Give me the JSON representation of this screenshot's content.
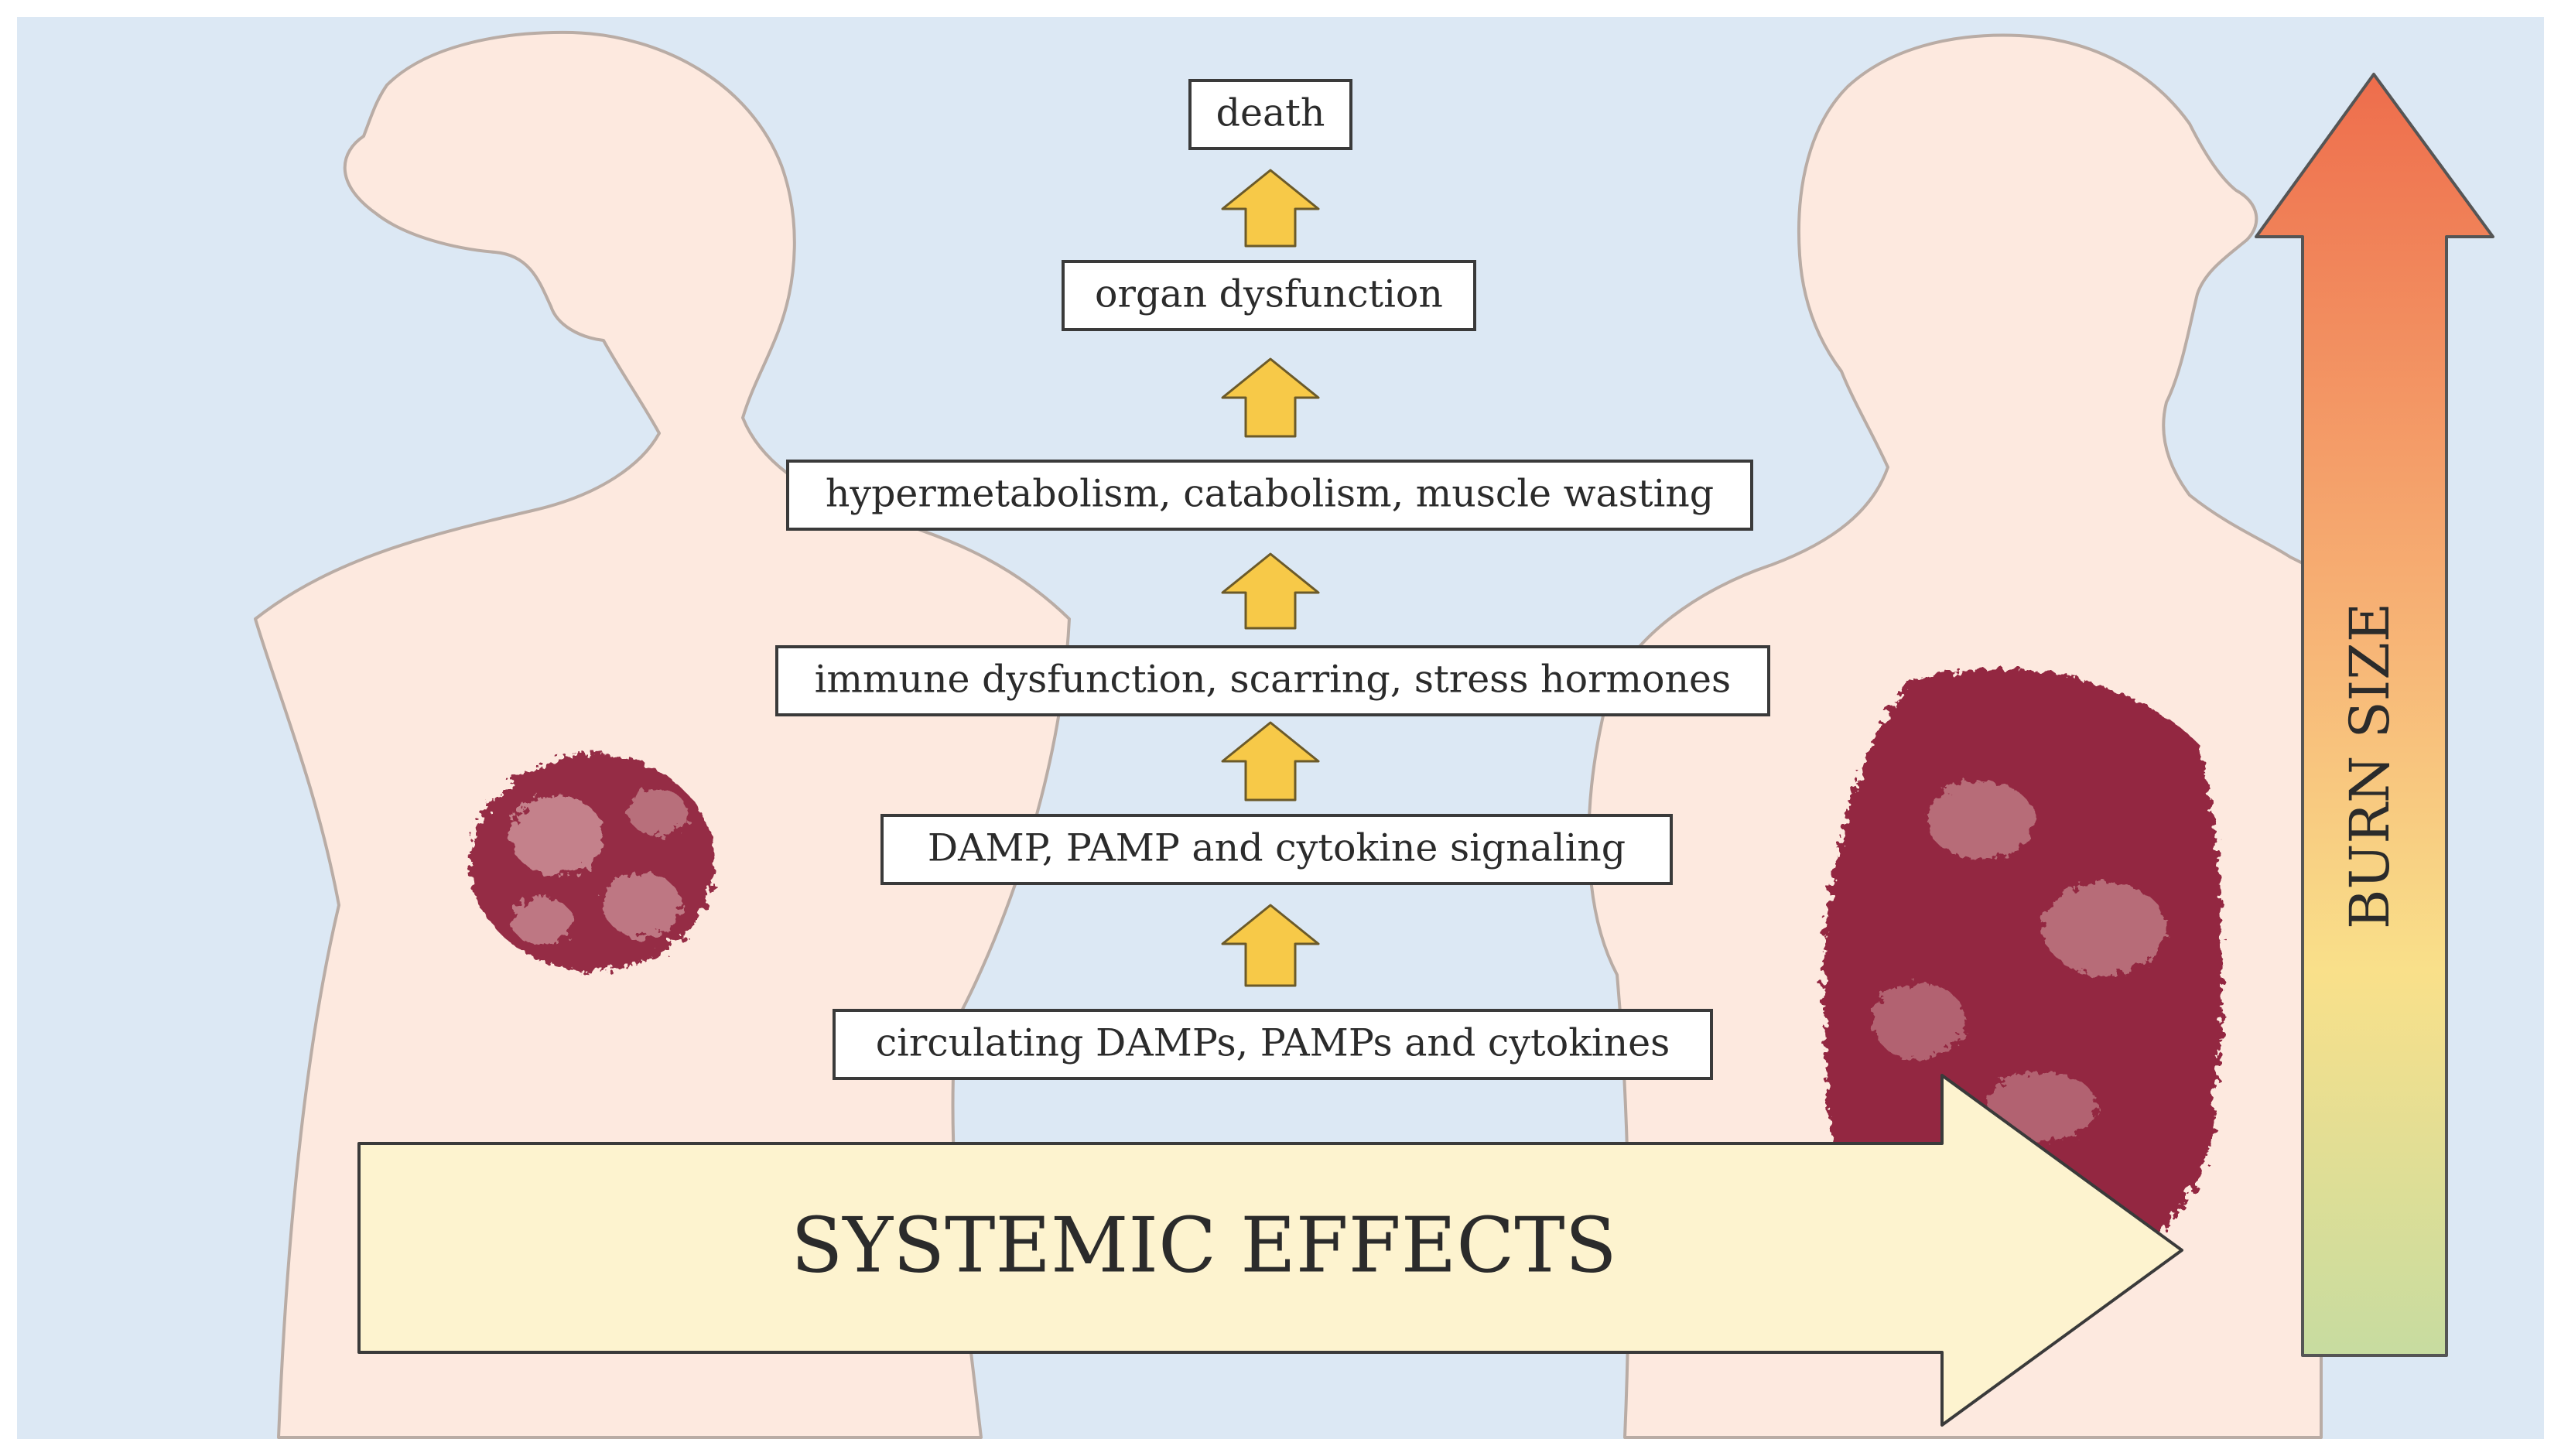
{
  "cascade": {
    "steps": [
      "circulating DAMPs, PAMPs and cytokines",
      "DAMP, PAMP and cytokine signaling",
      "immune dysfunction, scarring, stress hormones",
      "hypermetabolism, catabolism, muscle wasting",
      "organ dysfunction",
      "death"
    ]
  },
  "systemic_arrow": {
    "label": "SYSTEMIC EFFECTS"
  },
  "burn_size_arrow": {
    "label": "BURN SIZE"
  },
  "colors": {
    "background": "#dce8f4",
    "skin": "#fde9df",
    "burn": "#8a1a35",
    "step_arrow": "#f7c948",
    "systemic_arrow": "#fdf3cf",
    "gradient_top": "#ee6d4c",
    "gradient_middle": "#f9e08a",
    "gradient_bottom": "#c7dca0"
  }
}
